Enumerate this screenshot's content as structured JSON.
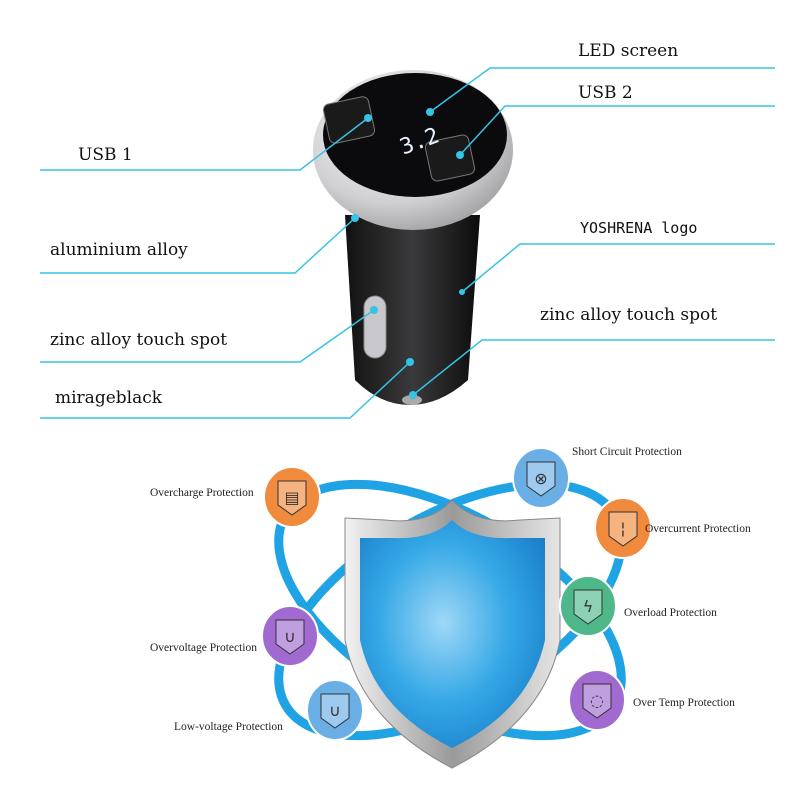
{
  "colors": {
    "callout": "#35c3e6",
    "shield": "#2a9fe0",
    "orbit": "#1fa3e4"
  },
  "callouts": {
    "led_screen": "LED screen",
    "usb2": "USB 2",
    "usb1": "USB 1",
    "aluminium_alloy": "aluminium alloy",
    "logo": "YOSHRENA  logo",
    "touch_spot_left": "zinc alloy touch spot",
    "touch_spot_right": "zinc alloy touch spot",
    "mirageblack": "mirageblack"
  },
  "protections": [
    {
      "label": "Overcharge Protection",
      "icon": "battery-icon",
      "color": "#f08a3c"
    },
    {
      "label": "Short Circuit Protection",
      "icon": "short-circuit-icon",
      "color": "#6aaee6"
    },
    {
      "label": "Overcurrent Protection",
      "icon": "current-icon",
      "color": "#f08a3c"
    },
    {
      "label": "Overload Protection",
      "icon": "lightning-icon",
      "color": "#4fb88a"
    },
    {
      "label": "Overvoltage Protection",
      "icon": "overvoltage-icon",
      "color": "#a06ad0"
    },
    {
      "label": "Low-voltage Protection",
      "icon": "low-voltage-icon",
      "color": "#6aaee6"
    },
    {
      "label": "Over Temp Protection",
      "icon": "temperature-icon",
      "color": "#a06ad0"
    }
  ]
}
